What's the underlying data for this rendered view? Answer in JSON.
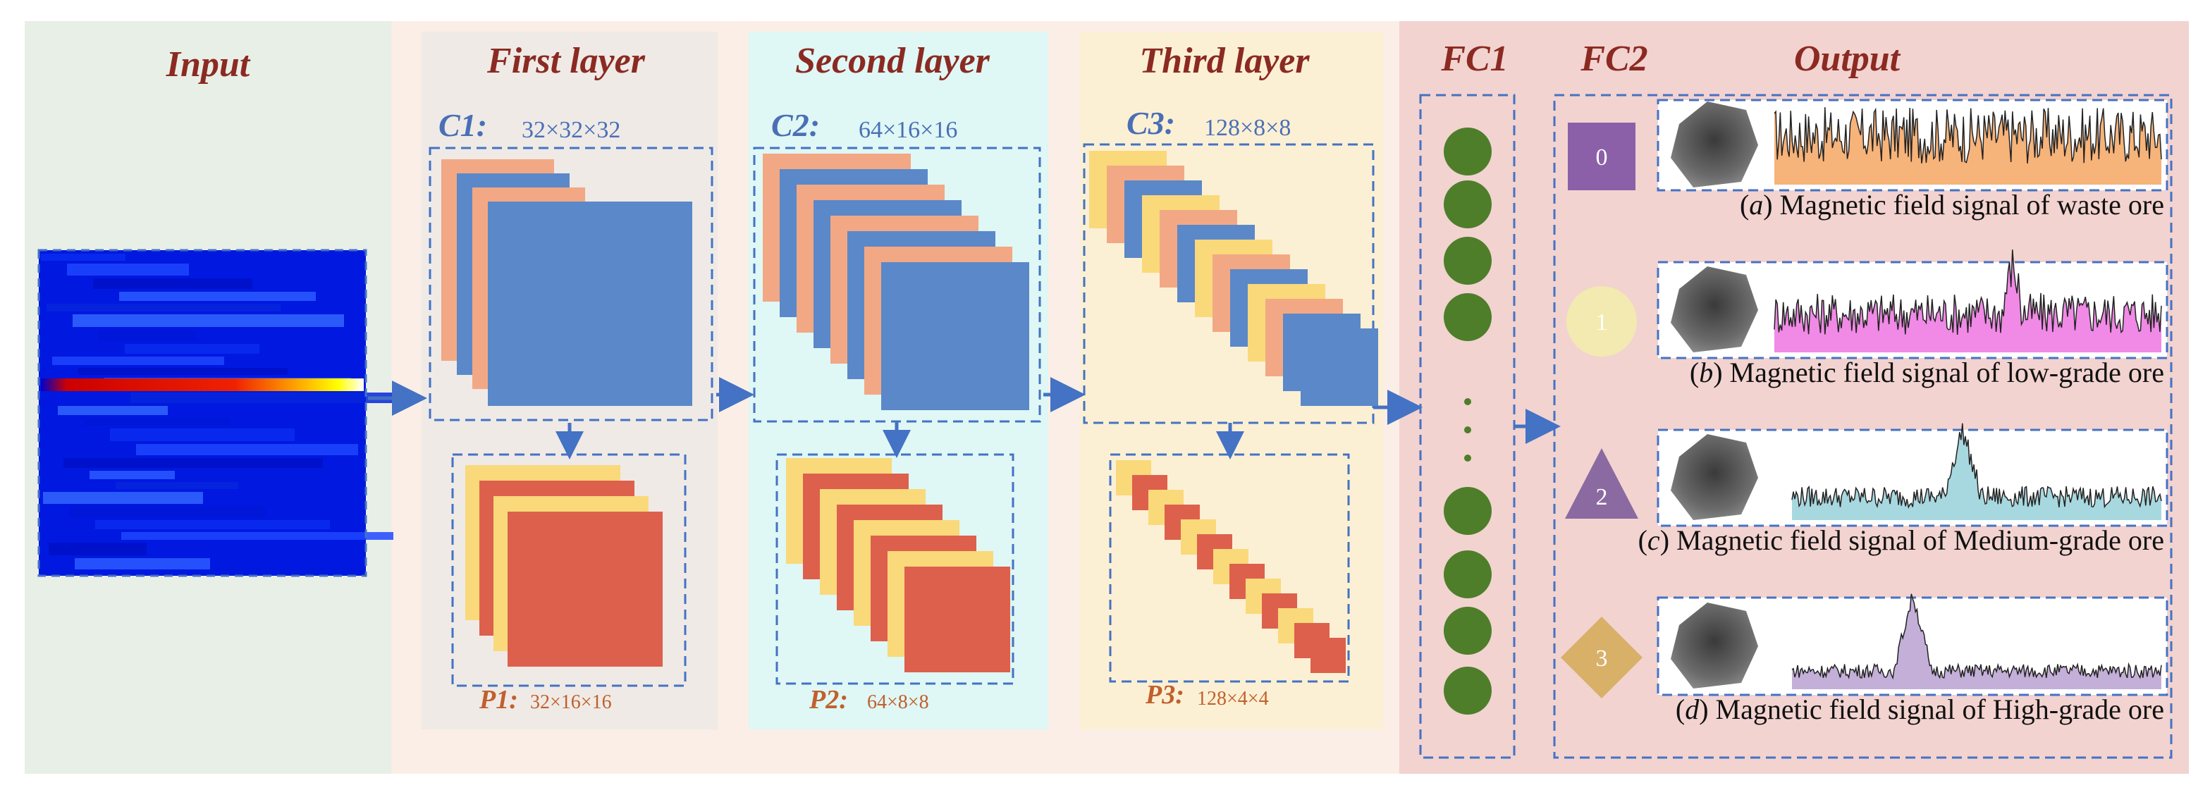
{
  "headers": {
    "input": "Input",
    "first": "First layer",
    "second": "Second layer",
    "third": "Third layer",
    "fc1": "FC1",
    "fc2": "FC2",
    "output": "Output"
  },
  "layers": {
    "c1": {
      "name": "C",
      "sub": "1",
      "colon": ":",
      "dims": "32×32×32"
    },
    "c2": {
      "name": "C",
      "sub": "2",
      "colon": ":",
      "dims": "64×16×16"
    },
    "c3": {
      "name": "C",
      "sub": "3",
      "colon": ":",
      "dims": "128×8×8"
    },
    "p1": {
      "name": "P",
      "sub": "1",
      "colon": ":",
      "dims": "32×16×16"
    },
    "p2": {
      "name": "P",
      "sub": "2",
      "colon": ":",
      "dims": "64×8×8"
    },
    "p3": {
      "name": "P",
      "sub": "3",
      "colon": ":",
      "dims": "128×4×4"
    }
  },
  "outputs": [
    {
      "symbol": "0",
      "shape": "square",
      "color": "#8c60a8",
      "letter": "a",
      "caption": "Magnetic field signal of waste ore",
      "fill": "#f6b37a"
    },
    {
      "symbol": "1",
      "shape": "circle",
      "color": "#f2eab0",
      "letter": "b",
      "caption": "Magnetic field signal of low-grade ore",
      "fill": "#f08ae6"
    },
    {
      "symbol": "2",
      "shape": "triangle",
      "color": "#8a6aa0",
      "letter": "c",
      "caption": "Magnetic field signal of Medium-grade ore",
      "fill": "#a8d8df"
    },
    {
      "symbol": "3",
      "shape": "diamond",
      "color": "#d9b068",
      "letter": "d",
      "caption": "Magnetic field signal of High-grade ore",
      "fill": "#c4afd9"
    }
  ],
  "colors": {
    "accent": "#4472c4",
    "header": "#8b2a22",
    "fc_node": "#4e7e2a"
  }
}
